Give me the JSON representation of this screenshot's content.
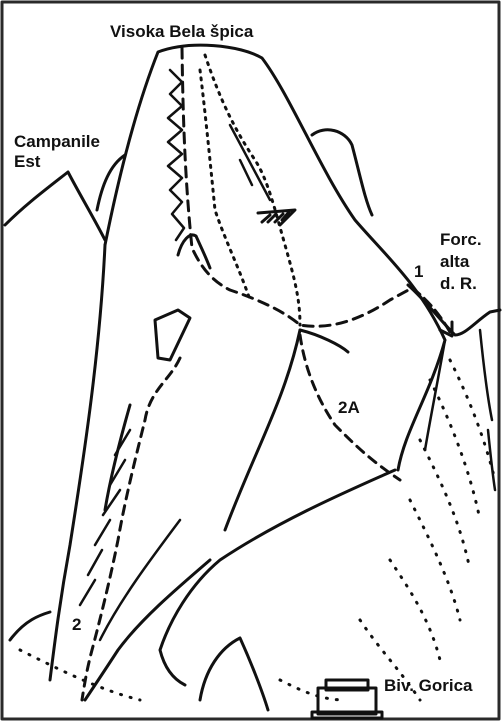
{
  "labels": {
    "summit": "Visoka Bela špica",
    "campanile_line1": "Campanile",
    "campanile_line2": "Est",
    "forc_line1": "Forc.",
    "forc_line2": "alta",
    "forc_line3": "d. R.",
    "bivouac": "Biv. Gorica",
    "route_1": "1",
    "route_2": "2",
    "route_2a": "2A"
  },
  "colors": {
    "ink": "#111111",
    "paper": "#ffffff",
    "frame": "#2a2a2a"
  }
}
